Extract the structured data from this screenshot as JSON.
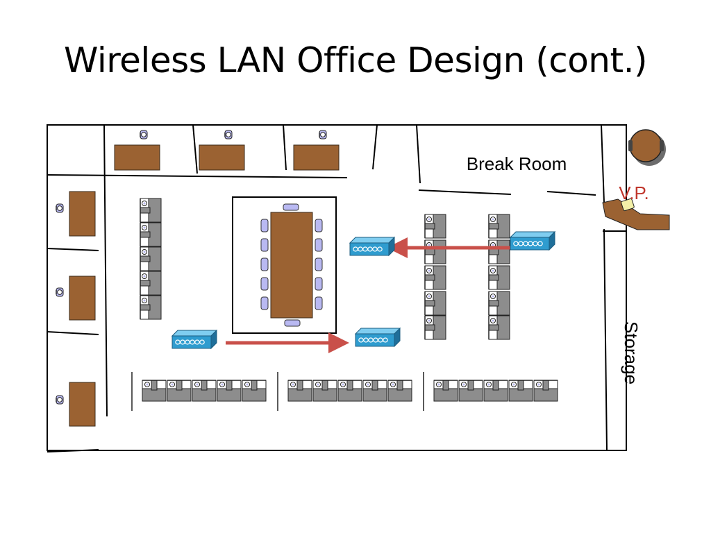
{
  "slide": {
    "title": "Wireless LAN Office Design (cont.)"
  },
  "rooms": {
    "break_room": "Break Room",
    "vp_office": "V.P.",
    "storage": "Storage"
  },
  "colors": {
    "desk": "#9b6232",
    "cubicle_desk": "#8d8d8d",
    "access_point": "#2f9ccf",
    "signal_arrow": "#c9504a",
    "vp_label": "#c0362c",
    "chair": "#b9b9f2"
  },
  "icons": {
    "access_point": "wireless-access-point-icon",
    "chair": "office-chair-icon"
  }
}
